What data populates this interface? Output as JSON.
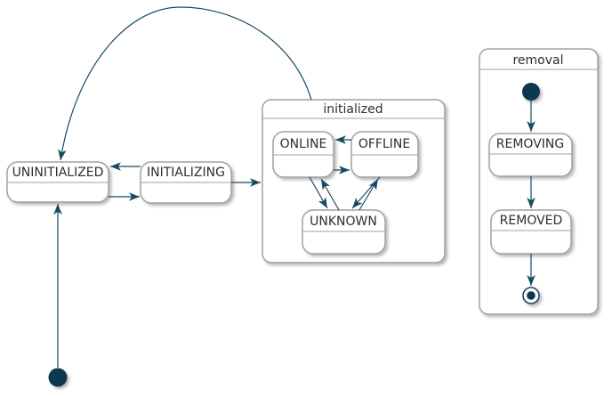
{
  "diagram": {
    "type": "state-diagram",
    "labels": {
      "uninitialized": "UNINITIALIZED",
      "initializing": "INITIALIZING",
      "initialized_title": "initialized",
      "online": "ONLINE",
      "offline": "OFFLINE",
      "unknown": "UNKNOWN",
      "removal_title": "removal",
      "removing": "REMOVING",
      "removed": "REMOVED"
    },
    "composite_states": [
      {
        "name": "initialized",
        "children": [
          "ONLINE",
          "OFFLINE",
          "UNKNOWN"
        ]
      },
      {
        "name": "removal",
        "children": [
          "REMOVING",
          "REMOVED"
        ]
      }
    ],
    "transitions": [
      {
        "from": "start",
        "to": "UNINITIALIZED"
      },
      {
        "from": "UNINITIALIZED",
        "to": "INITIALIZING"
      },
      {
        "from": "INITIALIZING",
        "to": "UNINITIALIZED"
      },
      {
        "from": "INITIALIZING",
        "to": "initialized"
      },
      {
        "from": "initialized",
        "to": "UNINITIALIZED"
      },
      {
        "from": "OFFLINE",
        "to": "ONLINE"
      },
      {
        "from": "ONLINE",
        "to": "OFFLINE"
      },
      {
        "from": "ONLINE",
        "to": "UNKNOWN"
      },
      {
        "from": "UNKNOWN",
        "to": "ONLINE"
      },
      {
        "from": "OFFLINE",
        "to": "UNKNOWN"
      },
      {
        "from": "UNKNOWN",
        "to": "OFFLINE"
      },
      {
        "from": "removal.start",
        "to": "REMOVING"
      },
      {
        "from": "REMOVING",
        "to": "REMOVED"
      },
      {
        "from": "REMOVED",
        "to": "removal.final"
      }
    ]
  },
  "colors": {
    "background": "#FFFFFF",
    "state_fill": "#FFFFFF",
    "state_border": "#A2A2A2",
    "text": "#2E2E2E",
    "transition": "#174B63",
    "dot": "#0E374E"
  }
}
